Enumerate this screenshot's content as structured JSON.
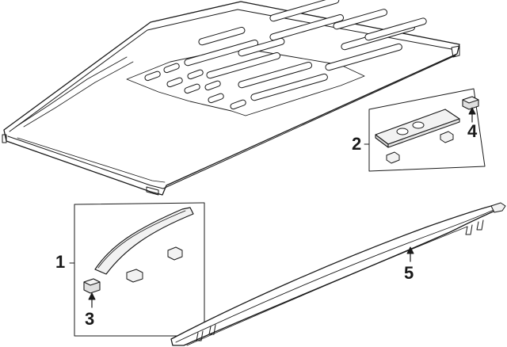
{
  "diagram": {
    "callouts": [
      {
        "id": "c1",
        "label": "1"
      },
      {
        "id": "c2",
        "label": "2"
      },
      {
        "id": "c3",
        "label": "3"
      },
      {
        "id": "c4",
        "label": "4"
      },
      {
        "id": "c5",
        "label": "5"
      }
    ],
    "colors": {
      "ink": "#1a1a1a",
      "fill": "#ffffff",
      "part_fill": "#f2f2f2"
    }
  }
}
